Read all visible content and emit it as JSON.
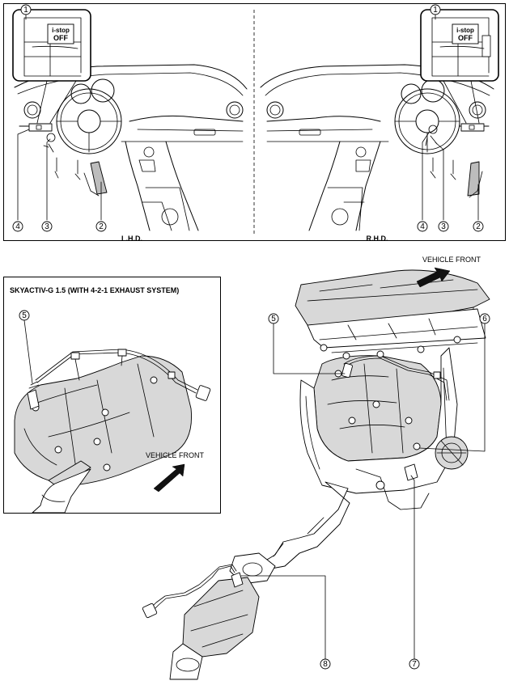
{
  "top_panel": {
    "left_label": "L.H.D.",
    "right_label": "R.H.D."
  },
  "switch": {
    "line1": "i-stop",
    "line2": "OFF"
  },
  "callouts": {
    "c1": "1",
    "c2": "2",
    "c3": "3",
    "c4": "4",
    "c5": "5",
    "c6": "6",
    "c7": "7",
    "c8": "8"
  },
  "inset": {
    "title": "SKYACTIV-G 1.5 (WITH 4-2-1 EXHAUST SYSTEM)",
    "direction": "VEHICLE FRONT"
  },
  "engine": {
    "direction": "VEHICLE FRONT"
  }
}
